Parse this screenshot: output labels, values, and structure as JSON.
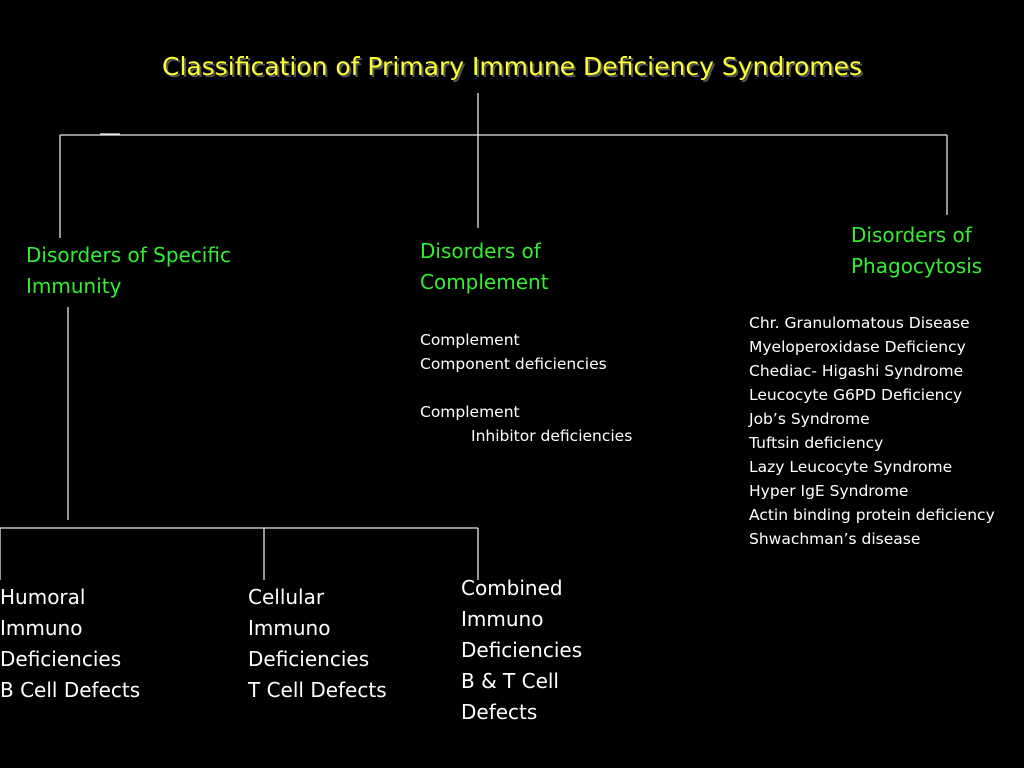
{
  "title": "Classification of Primary Immune Deficiency Syndromes",
  "branches": {
    "specific_immunity": {
      "heading": [
        "Disorders of Specific",
        "Immunity"
      ]
    },
    "complement": {
      "heading": [
        "Disorders of",
        "Complement"
      ],
      "items": [
        [
          "Complement",
          "Component deficiencies"
        ],
        [
          "Complement",
          "Inhibitor deficiencies"
        ]
      ]
    },
    "phagocytosis": {
      "heading": [
        "Disorders of",
        "Phagocytosis"
      ],
      "items": [
        "Chr. Granulomatous Disease",
        "Myeloperoxidase Deficiency",
        "Chediac- Higashi Syndrome",
        "Leucocyte G6PD Deficiency",
        "Job’s Syndrome",
        "Tuftsin deficiency",
        "Lazy Leucocyte Syndrome",
        "Hyper IgE Syndrome",
        "Actin binding protein deficiency",
        "Shwachman’s disease"
      ]
    }
  },
  "sub_branches": {
    "humoral": [
      "Humoral",
      "Immuno",
      "Deficiencies",
      "B Cell Defects"
    ],
    "cellular": [
      "Cellular",
      "Immuno",
      "Deficiencies",
      "T Cell Defects"
    ],
    "combined": [
      "Combined",
      "Immuno",
      "Deficiencies",
      "B & T Cell",
      "Defects"
    ]
  }
}
